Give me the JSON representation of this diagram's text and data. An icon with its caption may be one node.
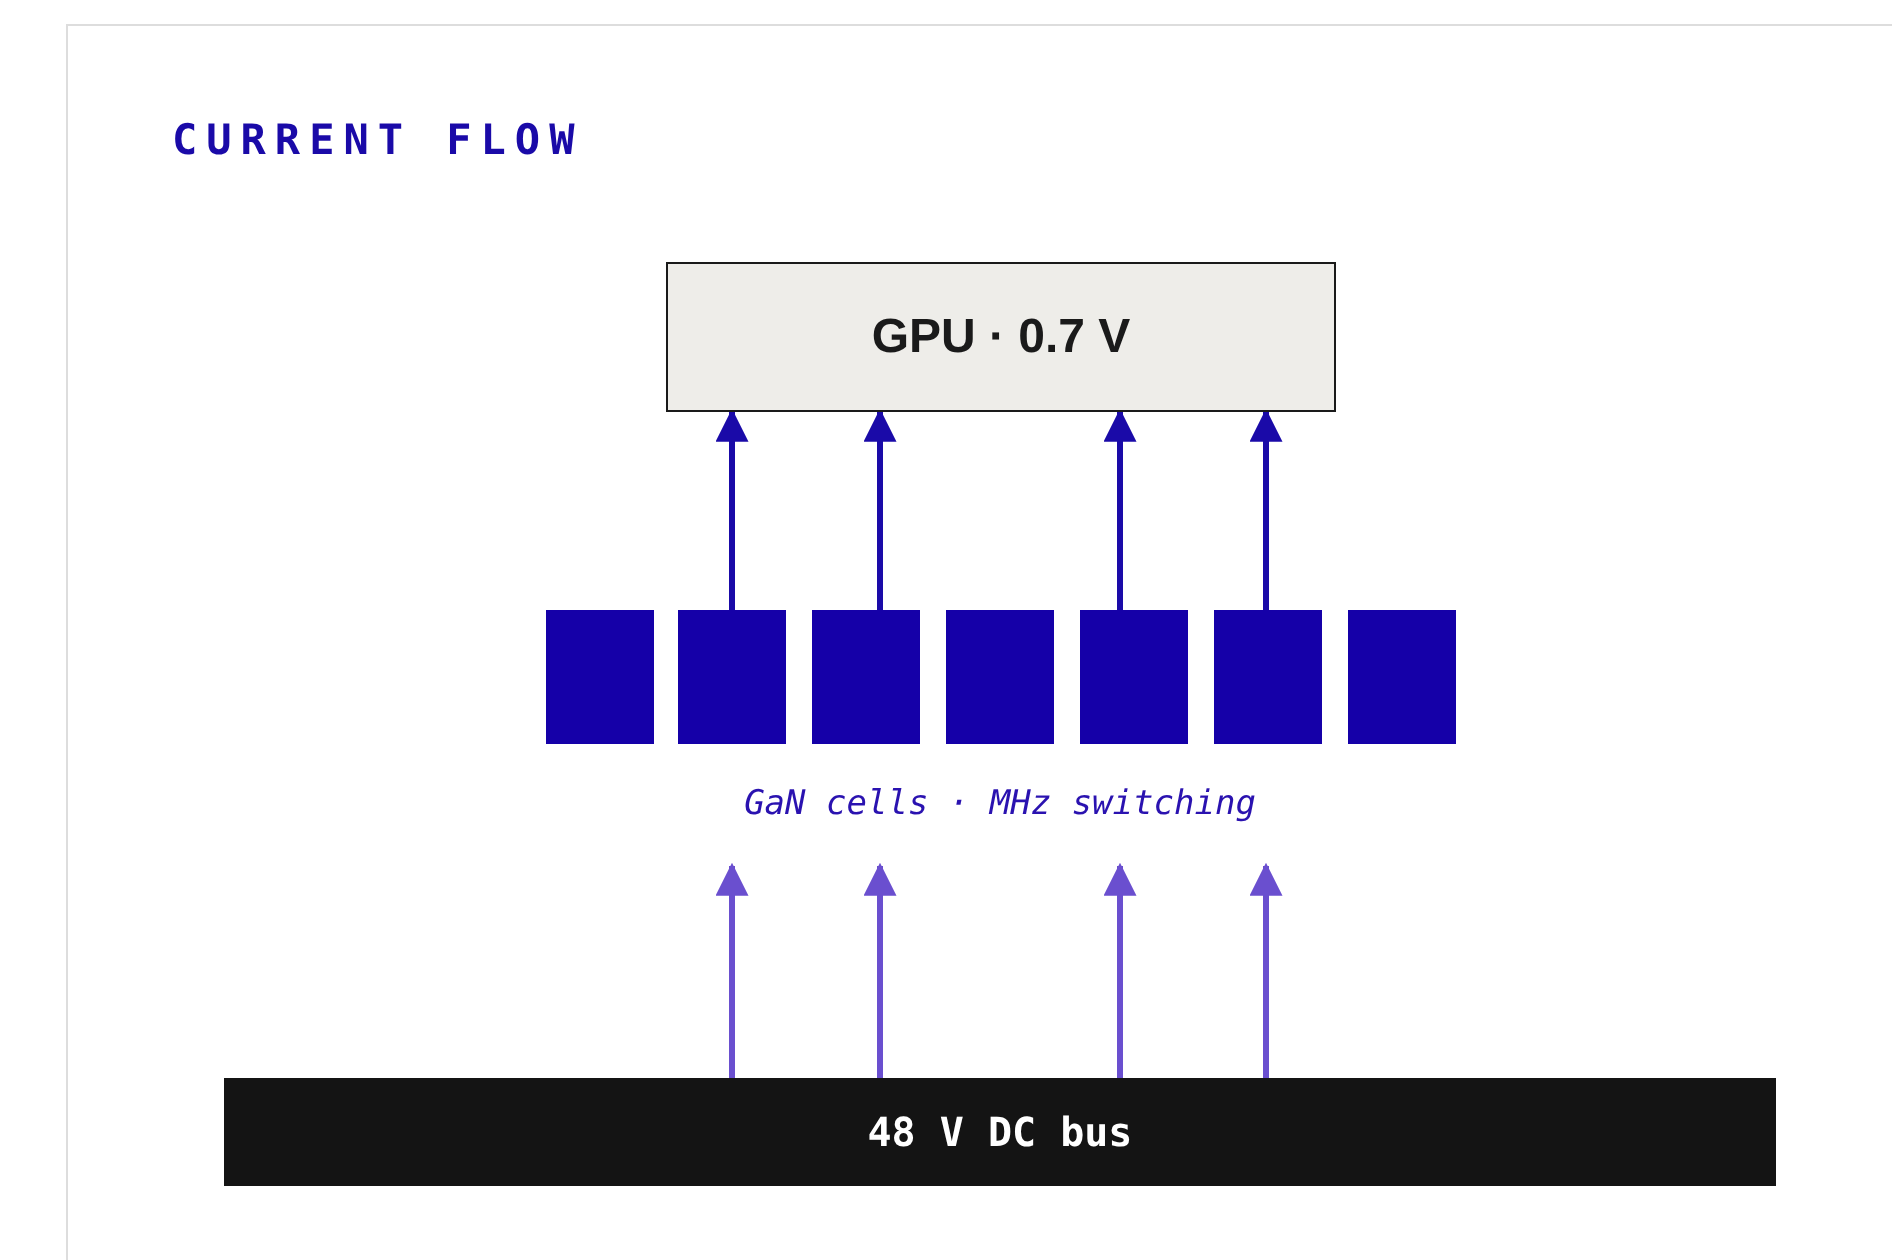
{
  "diagram": {
    "title": "CURRENT FLOW",
    "nodes": [
      {
        "text": [
          "GPU · 0.7 V"
        ]
      },
      {
        "text": [],
        "shape": "box"
      },
      {
        "text": [],
        "shape": "box"
      },
      {
        "text": [],
        "shape": "box"
      },
      {
        "text": [],
        "shape": "box"
      },
      {
        "text": [],
        "shape": "box"
      },
      {
        "text": [],
        "shape": "box"
      },
      {
        "text": [],
        "shape": "box"
      },
      {
        "text": [
          "48 V DC bus"
        ]
      }
    ],
    "edges": [
      {
        "from": 2,
        "to": 0,
        "arrow": "to"
      },
      {
        "from": 3,
        "to": 0,
        "arrow": "to"
      },
      {
        "from": 5,
        "to": 0,
        "arrow": "to"
      },
      {
        "from": 6,
        "to": 0,
        "arrow": "to"
      },
      {
        "from": 8,
        "to": null,
        "arrow": "to",
        "color": "#6a4fcf"
      },
      {
        "from": 8,
        "to": null,
        "arrow": "to",
        "color": "#6a4fcf"
      },
      {
        "from": 8,
        "to": null,
        "arrow": "to",
        "color": "#6a4fcf"
      },
      {
        "from": 8,
        "to": null,
        "arrow": "to",
        "color": "#6a4fcf"
      }
    ],
    "labels": [
      "GaN cells · MHz switching"
    ]
  }
}
